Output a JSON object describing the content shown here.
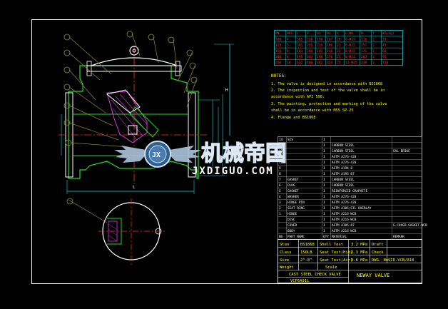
{
  "dims_table": {
    "header": [
      "DN",
      "NPS",
      "L",
      "D",
      "D1",
      "D2",
      "b",
      "n-Φd",
      "H",
      "f",
      "WT(kg)"
    ],
    "rows": [
      [
        "100",
        "4",
        "305",
        "230",
        "190",
        "157",
        "20",
        "8-Φ19",
        "126",
        "2",
        "33"
      ],
      [
        "125",
        "5",
        "381",
        "255",
        "216",
        "186",
        "22",
        "8-Φ22",
        "157",
        "2",
        "45"
      ],
      [
        "150",
        "6",
        "403",
        "280",
        "241",
        "216",
        "22",
        "8-Φ22",
        "171",
        "2",
        "60"
      ],
      [
        "200",
        "8",
        "495",
        "343",
        "298",
        "270",
        "25",
        "8-Φ22",
        "203",
        "2",
        "95"
      ],
      [
        "250",
        "10",
        "622",
        "406",
        "362",
        "324",
        "25",
        "12-Φ25",
        "239",
        "2",
        "150"
      ]
    ]
  },
  "notes": {
    "title": "NOTES:",
    "lines": [
      "1. The valve is designed in accordance with BS1868",
      "2. The inspection and test of the valve shall be in",
      "    accordance with API 598.",
      "3. The painting, protection and marking of the valve",
      "    shall be in accordance  with MSS SP-25",
      "4. Flange and BS1868"
    ]
  },
  "parts_list": {
    "rows": [
      [
        "14",
        "SIS",
        "",
        ""
      ],
      [
        "13",
        "",
        "CARBON STEEL",
        ""
      ],
      [
        "12",
        "",
        "CARBON STEEL",
        "GAL BRIKE"
      ],
      [
        "11",
        "",
        "ASTM A276-420",
        ""
      ],
      [
        "10",
        "",
        "ASTM A276-420",
        ""
      ],
      [
        "9",
        "",
        "ASTM A194 8",
        ""
      ],
      [
        "8",
        "",
        "ASTM A193 B7",
        ""
      ],
      [
        "7",
        "GASKET",
        "CARBON STEEL",
        ""
      ],
      [
        "6",
        "PLUG",
        "CARBON STEEL",
        ""
      ],
      [
        "5",
        "GASKET",
        "REINFORCED GRAPHITE",
        ""
      ],
      [
        "4",
        "WASHER",
        "ASTM A276-420",
        ""
      ],
      [
        "3",
        "HINGE PIN",
        "ASTM A276-420",
        ""
      ],
      [
        "2",
        "SEAT RING",
        "ASTM A105+STL OVERLAY",
        ""
      ],
      [
        "1",
        "HINGE",
        "ASTM A216-WCB",
        ""
      ],
      [
        "",
        "DISC",
        "ASTM A216-WCB",
        ""
      ],
      [
        "",
        "COVER",
        "ASTM A105-87",
        "G.COVER.GASKET.WCB"
      ],
      [
        "",
        "BODY",
        "ASTM A216-WCB",
        ""
      ]
    ],
    "header": [
      "NO",
      "PART NAME",
      "QTY",
      "MATERIAL",
      "REMARK"
    ]
  },
  "title_block": {
    "row1": [
      "Stan",
      "BS1868",
      "Shell Test",
      "3.2 MPa",
      "Draft",
      ""
    ],
    "row2": [
      "Class",
      "150LB",
      "Seat Test(Hid)",
      "2.3 MPa",
      "Check",
      ""
    ],
    "row3": [
      "Size",
      "2\"-8\"",
      "Seat Test(Air)",
      "0.6 MPa",
      "DWG. No.",
      "SIR.VCB/A18"
    ],
    "row4": [
      "Weight",
      "",
      "Scale",
      "",
      "",
      ""
    ],
    "product": "CAST STEEL CHECK VALVE",
    "model": "VCF6A91L",
    "company": "NEWAY VALVE"
  },
  "drawing": {
    "dim_L": "L",
    "dim_H": "H"
  },
  "watermark": {
    "cn": "机械帝国",
    "en": "JXDIGUO.COM",
    "emblem": "JX"
  },
  "colors": {
    "bg": "#000000",
    "frame": "#ffffff",
    "outline": "#ffffff",
    "body_green": "#2bd52b",
    "leader_olive": "#8e8c2a",
    "dim_cyan": "#20d0d0",
    "center_red": "#ff3030",
    "notes_yellow": "#ffff00",
    "hatch_magenta": "#d83cd8",
    "table_cyan": "#26c6c6",
    "watermark_blue": "#3b78b8"
  }
}
